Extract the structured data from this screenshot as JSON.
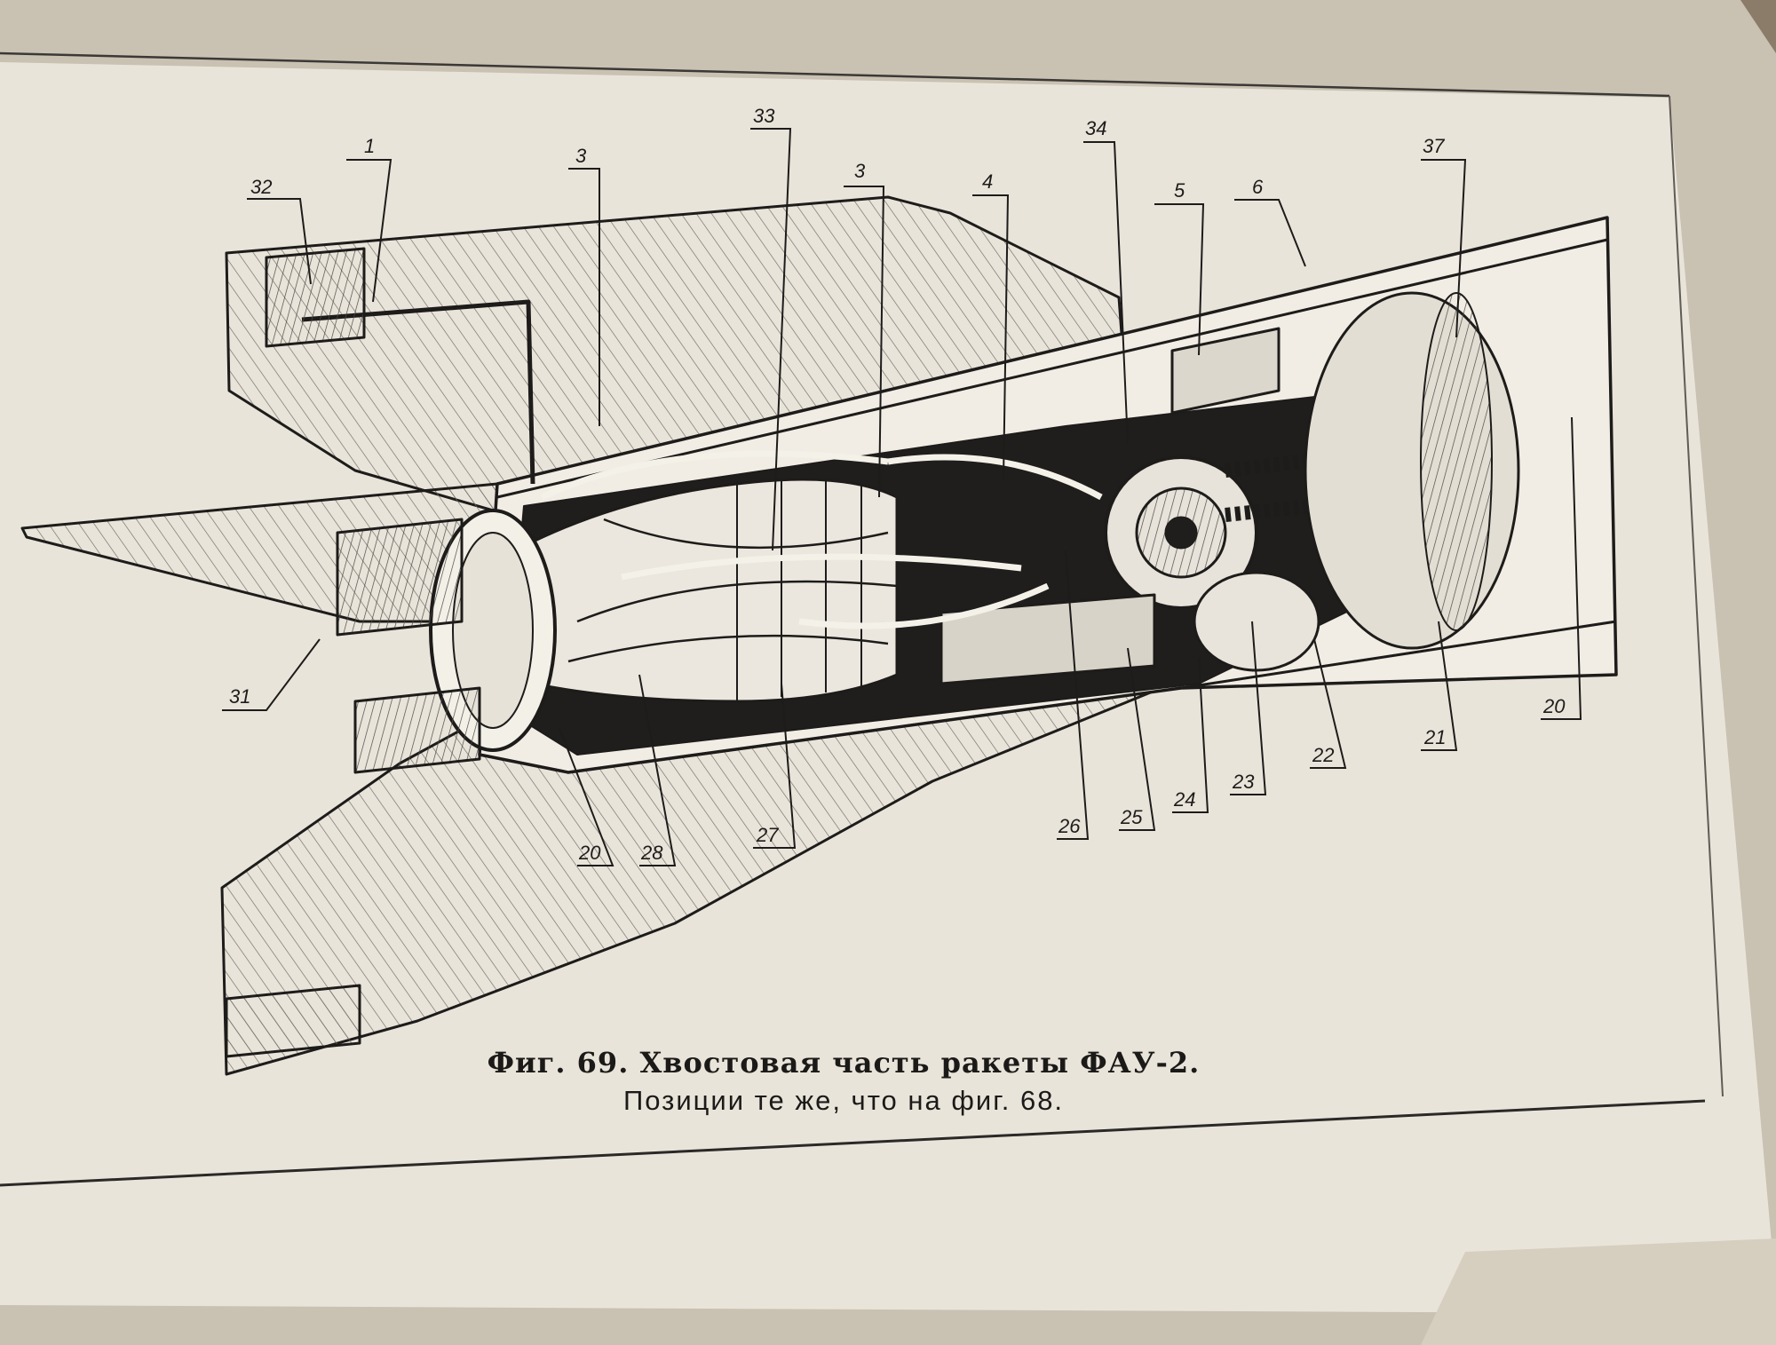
{
  "caption": {
    "title": "Фиг. 69. Хвостовая часть ракеты ФАУ-2.",
    "subtitle": "Позиции те же, что на фиг. 68."
  },
  "labels": {
    "l32": "32",
    "l1": "1",
    "l3a": "3",
    "l33": "33",
    "l3b": "3",
    "l4": "4",
    "l34": "34",
    "l5": "5",
    "l6": "6",
    "l37": "37",
    "l31": "31",
    "l20a": "20",
    "l28": "28",
    "l27": "27",
    "l26": "26",
    "l25": "25",
    "l24": "24",
    "l23": "23",
    "l22": "22",
    "l21": "21",
    "l20b": "20"
  },
  "colors": {
    "paper": "#e9e4da",
    "ink": "#1d1c1a",
    "background": "#8a7c68"
  }
}
